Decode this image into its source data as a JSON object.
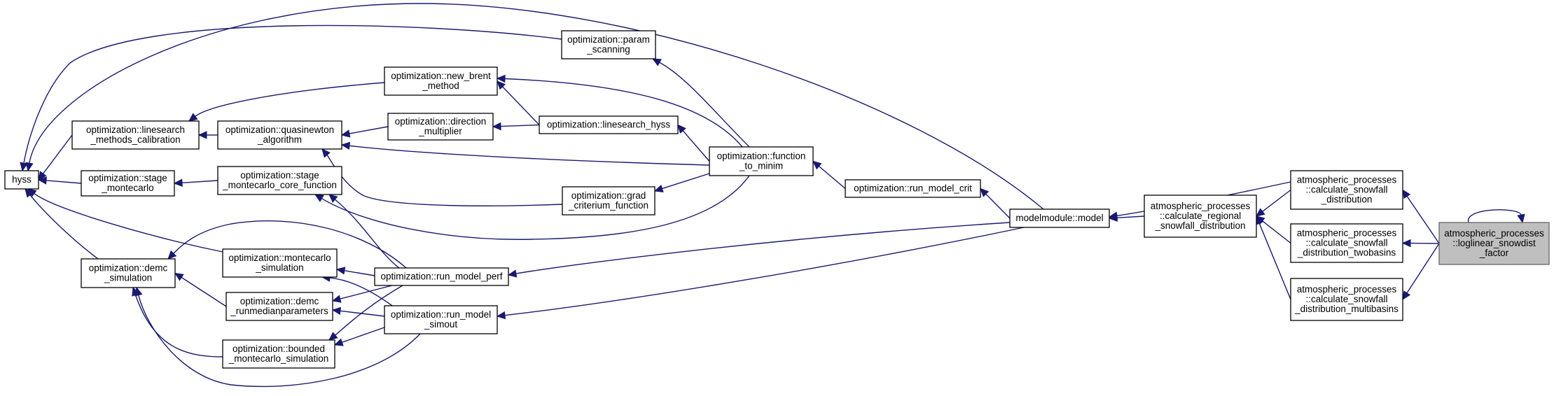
{
  "diagram": {
    "kind": "call-graph",
    "colors": {
      "edge": "#191970",
      "node_border": "#000000",
      "node_fill": "#ffffff",
      "focus_fill": "#bfbfbf",
      "focus_border": "#666666"
    },
    "nodes": [
      {
        "id": "hyss",
        "lines": [
          "hyss"
        ]
      },
      {
        "id": "linesearch_cal",
        "lines": [
          "optimization::linesearch",
          "_methods_calibration"
        ]
      },
      {
        "id": "stage_mc",
        "lines": [
          "optimization::stage",
          "_montecarlo"
        ]
      },
      {
        "id": "demc_sim",
        "lines": [
          "optimization::demc",
          "_simulation"
        ]
      },
      {
        "id": "param_scan",
        "lines": [
          "optimization::param",
          "_scanning"
        ]
      },
      {
        "id": "new_brent",
        "lines": [
          "optimization::new_brent",
          "_method"
        ]
      },
      {
        "id": "quasinewton",
        "lines": [
          "optimization::quasinewton",
          "_algorithm"
        ]
      },
      {
        "id": "direction_mult",
        "lines": [
          "optimization::direction",
          "_multiplier"
        ]
      },
      {
        "id": "ls_hyss",
        "lines": [
          "optimization::linesearch_hyss"
        ]
      },
      {
        "id": "stage_mc_core",
        "lines": [
          "optimization::stage",
          "_montecarlo_core_function"
        ]
      },
      {
        "id": "grad_crit",
        "lines": [
          "optimization::grad",
          "_criterium_function"
        ]
      },
      {
        "id": "function_to_minim",
        "lines": [
          "optimization::function",
          "_to_minim"
        ]
      },
      {
        "id": "mc_sim",
        "lines": [
          "optimization::montecarlo",
          "_simulation"
        ]
      },
      {
        "id": "demc_runmedian",
        "lines": [
          "optimization::demc",
          "_runmedianparameters"
        ]
      },
      {
        "id": "bounded_mc",
        "lines": [
          "optimization::bounded",
          "_montecarlo_simulation"
        ]
      },
      {
        "id": "run_model_perf",
        "lines": [
          "optimization::run_model_perf"
        ]
      },
      {
        "id": "run_model_simout",
        "lines": [
          "optimization::run_model",
          "_simout"
        ]
      },
      {
        "id": "run_model_crit",
        "lines": [
          "optimization::run_model_crit"
        ]
      },
      {
        "id": "modelmodule",
        "lines": [
          "modelmodule::model"
        ]
      },
      {
        "id": "calc_regional",
        "lines": [
          "atmospheric_processes",
          "::calculate_regional",
          "_snowfall_distribution"
        ]
      },
      {
        "id": "calc_snowfall",
        "lines": [
          "atmospheric_processes",
          "::calculate_snowfall",
          "_distribution"
        ]
      },
      {
        "id": "calc_twobasins",
        "lines": [
          "atmospheric_processes",
          "::calculate_snowfall",
          "_distribution_twobasins"
        ]
      },
      {
        "id": "calc_multibasins",
        "lines": [
          "atmospheric_processes",
          "::calculate_snowfall",
          "_distribution_multibasins"
        ]
      },
      {
        "id": "loglinear",
        "lines": [
          "atmospheric_processes",
          "::loglinear_snowdist",
          "_factor"
        ],
        "focus": true
      }
    ],
    "edges": [
      {
        "from": "loglinear",
        "to": "loglinear"
      },
      {
        "from": "loglinear",
        "to": "calc_snowfall"
      },
      {
        "from": "loglinear",
        "to": "calc_twobasins"
      },
      {
        "from": "loglinear",
        "to": "calc_multibasins"
      },
      {
        "from": "calc_snowfall",
        "to": "modelmodule"
      },
      {
        "from": "calc_snowfall",
        "to": "calc_regional"
      },
      {
        "from": "calc_twobasins",
        "to": "calc_regional"
      },
      {
        "from": "calc_multibasins",
        "to": "calc_regional"
      },
      {
        "from": "calc_regional",
        "to": "modelmodule"
      },
      {
        "from": "modelmodule",
        "to": "hyss"
      },
      {
        "from": "modelmodule",
        "to": "run_model_crit"
      },
      {
        "from": "modelmodule",
        "to": "run_model_perf"
      },
      {
        "from": "modelmodule",
        "to": "run_model_simout"
      },
      {
        "from": "run_model_crit",
        "to": "function_to_minim"
      },
      {
        "from": "function_to_minim",
        "to": "param_scan"
      },
      {
        "from": "function_to_minim",
        "to": "new_brent"
      },
      {
        "from": "function_to_minim",
        "to": "ls_hyss"
      },
      {
        "from": "function_to_minim",
        "to": "quasinewton"
      },
      {
        "from": "function_to_minim",
        "to": "grad_crit"
      },
      {
        "from": "function_to_minim",
        "to": "stage_mc_core"
      },
      {
        "from": "ls_hyss",
        "to": "new_brent"
      },
      {
        "from": "ls_hyss",
        "to": "direction_mult"
      },
      {
        "from": "direction_mult",
        "to": "quasinewton"
      },
      {
        "from": "grad_crit",
        "to": "quasinewton"
      },
      {
        "from": "param_scan",
        "to": "hyss"
      },
      {
        "from": "new_brent",
        "to": "linesearch_cal"
      },
      {
        "from": "quasinewton",
        "to": "linesearch_cal"
      },
      {
        "from": "linesearch_cal",
        "to": "hyss"
      },
      {
        "from": "stage_mc_core",
        "to": "stage_mc"
      },
      {
        "from": "stage_mc",
        "to": "hyss"
      },
      {
        "from": "run_model_perf",
        "to": "stage_mc_core"
      },
      {
        "from": "run_model_perf",
        "to": "demc_sim"
      },
      {
        "from": "run_model_perf",
        "to": "mc_sim"
      },
      {
        "from": "run_model_perf",
        "to": "demc_runmedian"
      },
      {
        "from": "run_model_perf",
        "to": "bounded_mc"
      },
      {
        "from": "run_model_simout",
        "to": "demc_sim"
      },
      {
        "from": "run_model_simout",
        "to": "mc_sim"
      },
      {
        "from": "run_model_simout",
        "to": "demc_runmedian"
      },
      {
        "from": "run_model_simout",
        "to": "bounded_mc"
      },
      {
        "from": "mc_sim",
        "to": "hyss"
      },
      {
        "from": "demc_runmedian",
        "to": "demc_sim"
      },
      {
        "from": "bounded_mc",
        "to": "demc_sim"
      },
      {
        "from": "demc_sim",
        "to": "hyss"
      }
    ]
  }
}
